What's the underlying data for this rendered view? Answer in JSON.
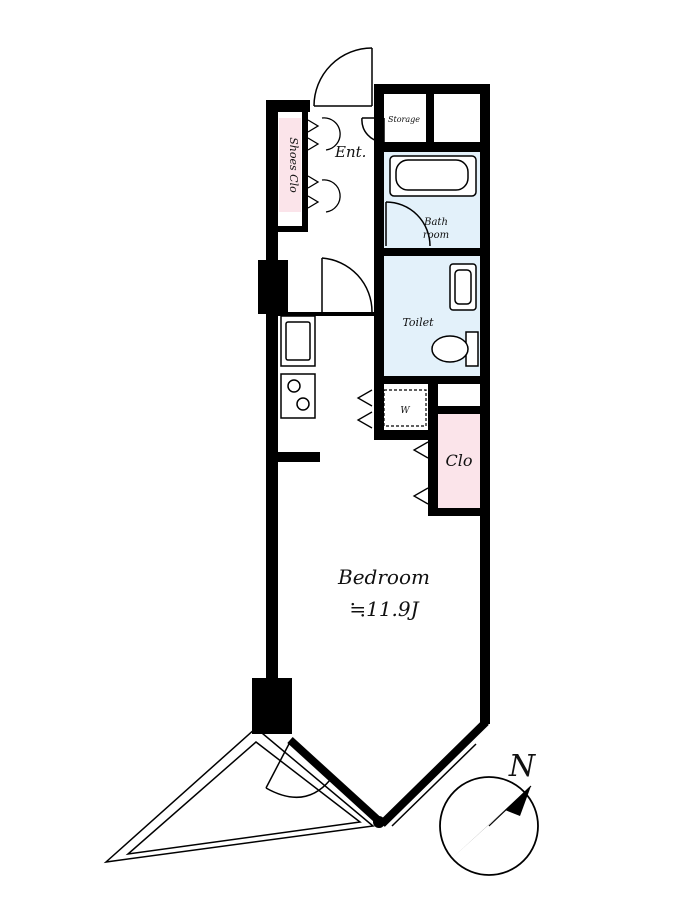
{
  "rooms": {
    "entrance": "Ent.",
    "shoes_closet": "Shoes Clo",
    "storage": "Storage",
    "bathroom_line1": "Bath",
    "bathroom_line2": "room",
    "toilet": "Toilet",
    "washer": "W",
    "closet": "Clo",
    "bedroom": "Bedroom",
    "bedroom_size": "≒11.9J"
  },
  "compass": {
    "label": "N",
    "icon": "north-arrow-icon"
  },
  "colors": {
    "wall": "#000000",
    "wet_area": "#e3f1fa",
    "closet_fill": "#fbe4ea",
    "background": "#ffffff"
  }
}
